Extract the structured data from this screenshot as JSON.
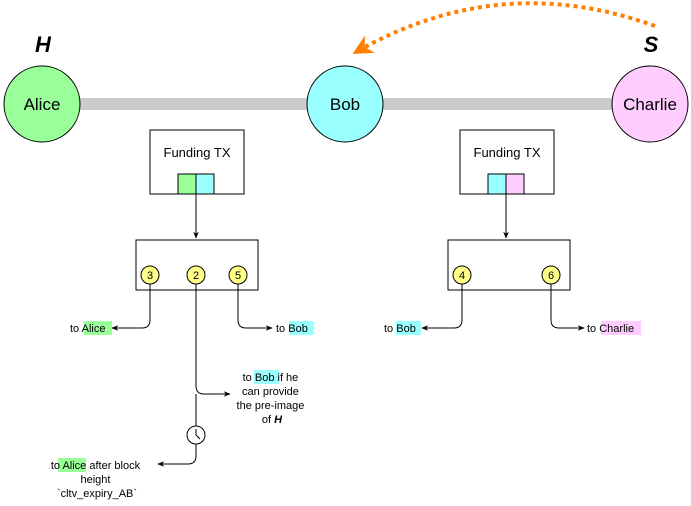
{
  "nodes": {
    "alice": {
      "label": "Alice",
      "color": "#99ff99"
    },
    "bob": {
      "label": "Bob",
      "color": "#99ffff"
    },
    "charlie": {
      "label": "Charlie",
      "color": "#ffccff"
    }
  },
  "markers": {
    "hash": "H",
    "secret": "S"
  },
  "colors": {
    "channel": "#cccccc",
    "dashed_arrow": "#ff8000",
    "output_circle": "#ffff88",
    "alice_highlight": "#99ff99",
    "bob_highlight": "#99ffff",
    "charlie_highlight": "#ffccff"
  },
  "left_tx": {
    "funding_label": "Funding TX",
    "outputs": [
      "3",
      "2",
      "5"
    ],
    "to_alice": {
      "prefix": "to ",
      "name": "Alice"
    },
    "to_bob": {
      "prefix": "to ",
      "name": "Bob"
    },
    "htlc_success": {
      "line1_prefix": "to ",
      "line1_name": "Bob",
      "line1_suffix": " if he",
      "line2": "can provide",
      "line3": "the pre-image",
      "line4_prefix": "of ",
      "line4_var": "H"
    },
    "htlc_timeout": {
      "line1_prefix": "to ",
      "line1_name": "Alice",
      "line1_suffix": " after block",
      "line2": "height",
      "line3": "`cltv_expiry_AB`"
    }
  },
  "right_tx": {
    "funding_label": "Funding TX",
    "outputs": [
      "4",
      "6"
    ],
    "to_bob": {
      "prefix": "to ",
      "name": "Bob"
    },
    "to_charlie": {
      "prefix": "to ",
      "name": "Charlie"
    }
  }
}
